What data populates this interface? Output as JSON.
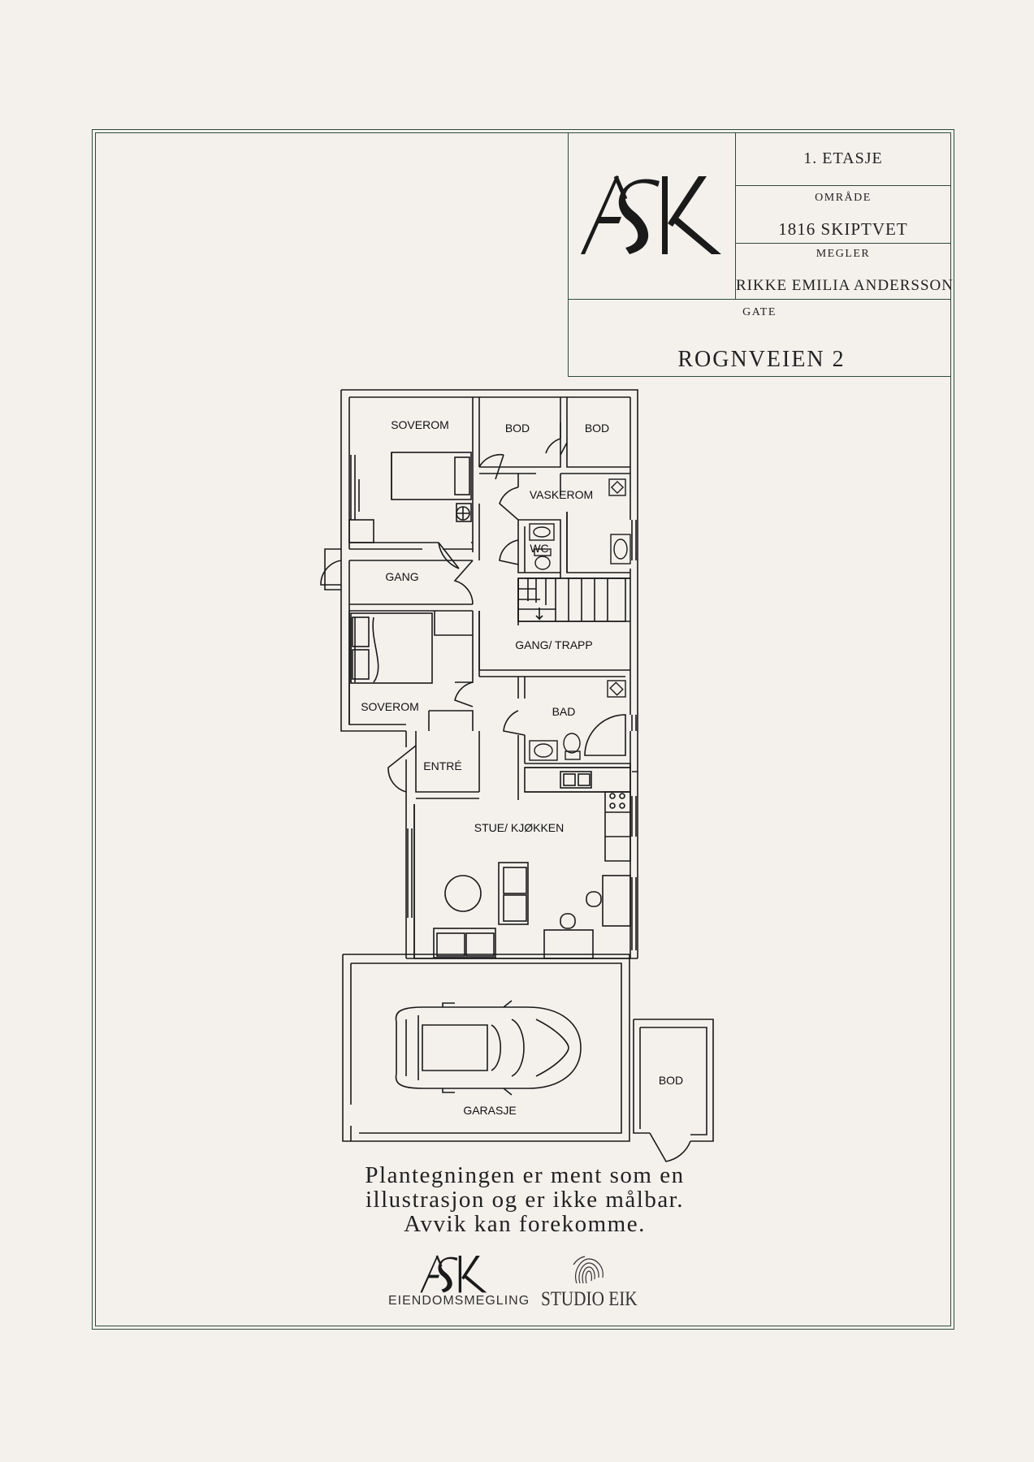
{
  "title_block": {
    "floor": "1. ETASJE",
    "area_label": "OMRÅDE",
    "area_value": "1816 SKIPTVET",
    "broker_label": "MEGLER",
    "broker_value": "RIKKE EMILIA ANDERSSON",
    "street_label": "GATE",
    "street_value": "ROGNVEIEN 2",
    "logo_text": "ASK"
  },
  "rooms": {
    "soverom_1": "SOVEROM",
    "bod_1": "BOD",
    "bod_2": "BOD",
    "vaskerom": "VASKEROM",
    "wc": "WC",
    "gang": "GANG",
    "gang_trapp": "GANG/ TRAPP",
    "soverom_2": "SOVEROM",
    "bad": "BAD",
    "entre": "ENTRÉ",
    "stue_kjokken": "STUE/ KJØKKEN",
    "garasje": "GARASJE",
    "bod_3": "BOD"
  },
  "disclaimer": {
    "line1": "Plantegningen er ment som en",
    "line2": "illustrasjon og er ikke målbar.",
    "line3": "Avvik kan forekomme."
  },
  "footer": {
    "ask_logo": "ASK",
    "ask_sub": "EIENDOMSMEGLING",
    "studio": "STUDIO EIK"
  },
  "colors": {
    "background": "#f4f1ed",
    "frame": "#2f4a3a",
    "ink": "#1a1a1a"
  }
}
